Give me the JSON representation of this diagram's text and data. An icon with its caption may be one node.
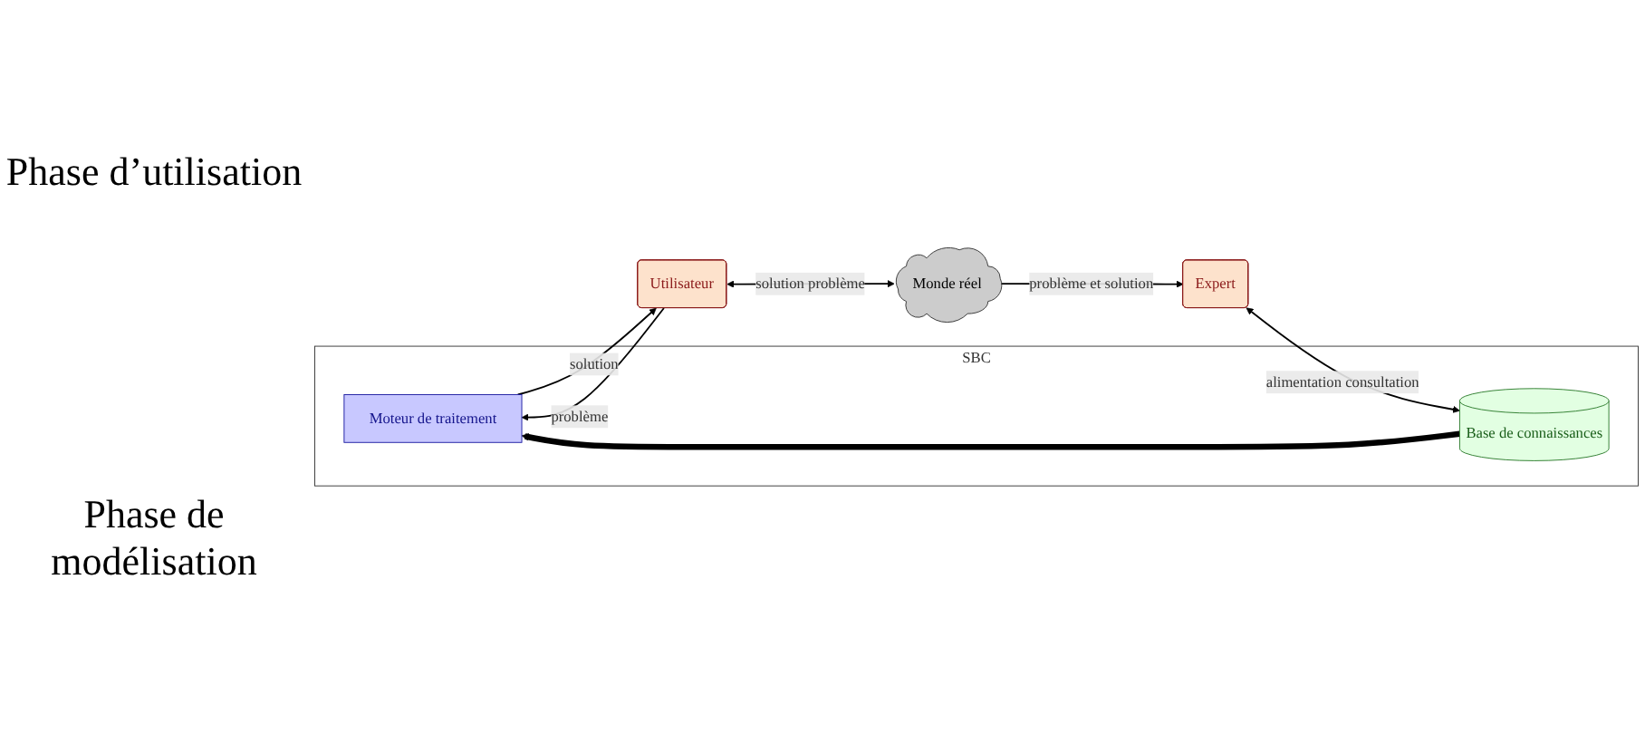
{
  "diagram": {
    "nodes": [
      {
        "text": [
          "SBC"
        ]
      },
      {
        "text": [
          "Moteur de traitement"
        ],
        "in": 0
      },
      {
        "text": [
          "Base de connaissances"
        ],
        "in": 0
      },
      {
        "text": [
          "Utilisateur"
        ]
      },
      {
        "text": [
          "Monde réel"
        ]
      },
      {
        "text": [
          "Expert"
        ]
      }
    ],
    "edges": [
      {
        "from": 3,
        "to": 1,
        "arrow": "to",
        "label": "problème"
      },
      {
        "from": 1,
        "to": 3,
        "arrow": "to",
        "label": "solution"
      },
      {
        "from": 3,
        "to": 4,
        "arrow": "both",
        "label": "solution problème"
      },
      {
        "from": 4,
        "to": 5,
        "arrow": "to",
        "label": "problème et solution"
      },
      {
        "from": 5,
        "to": 2,
        "arrow": "both",
        "label": "alimentation consultation"
      },
      {
        "from": 2,
        "to": 1,
        "arrow": "to",
        "style": "thick"
      }
    ],
    "labels": [
      "Phase d’utilisation",
      "Phase de modélisation"
    ]
  }
}
